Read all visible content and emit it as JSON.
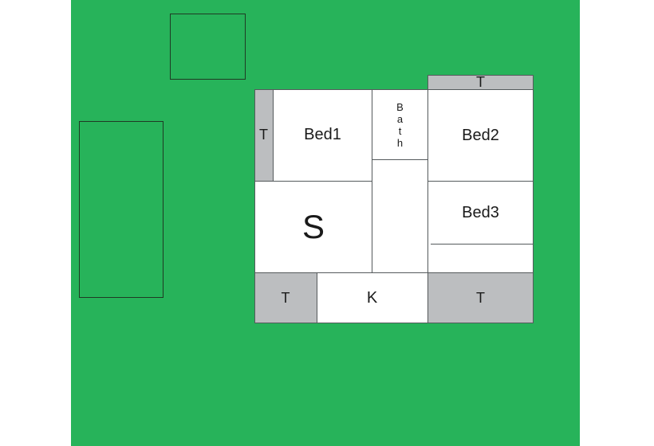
{
  "colors": {
    "lawn": "#27b35a",
    "room": "#ffffff",
    "terrace": "#bcbec0",
    "wall": "#555a5c"
  },
  "rooms": {
    "bed1": "Bed1",
    "bed2": "Bed2",
    "bed3": "Bed3",
    "bath": [
      "B",
      "a",
      "t",
      "h"
    ],
    "living": "S",
    "kitchen": "K",
    "terrace_left": "T",
    "terrace_top": "T",
    "terrace_bottom_left": "T",
    "terrace_bottom_right": "T"
  }
}
